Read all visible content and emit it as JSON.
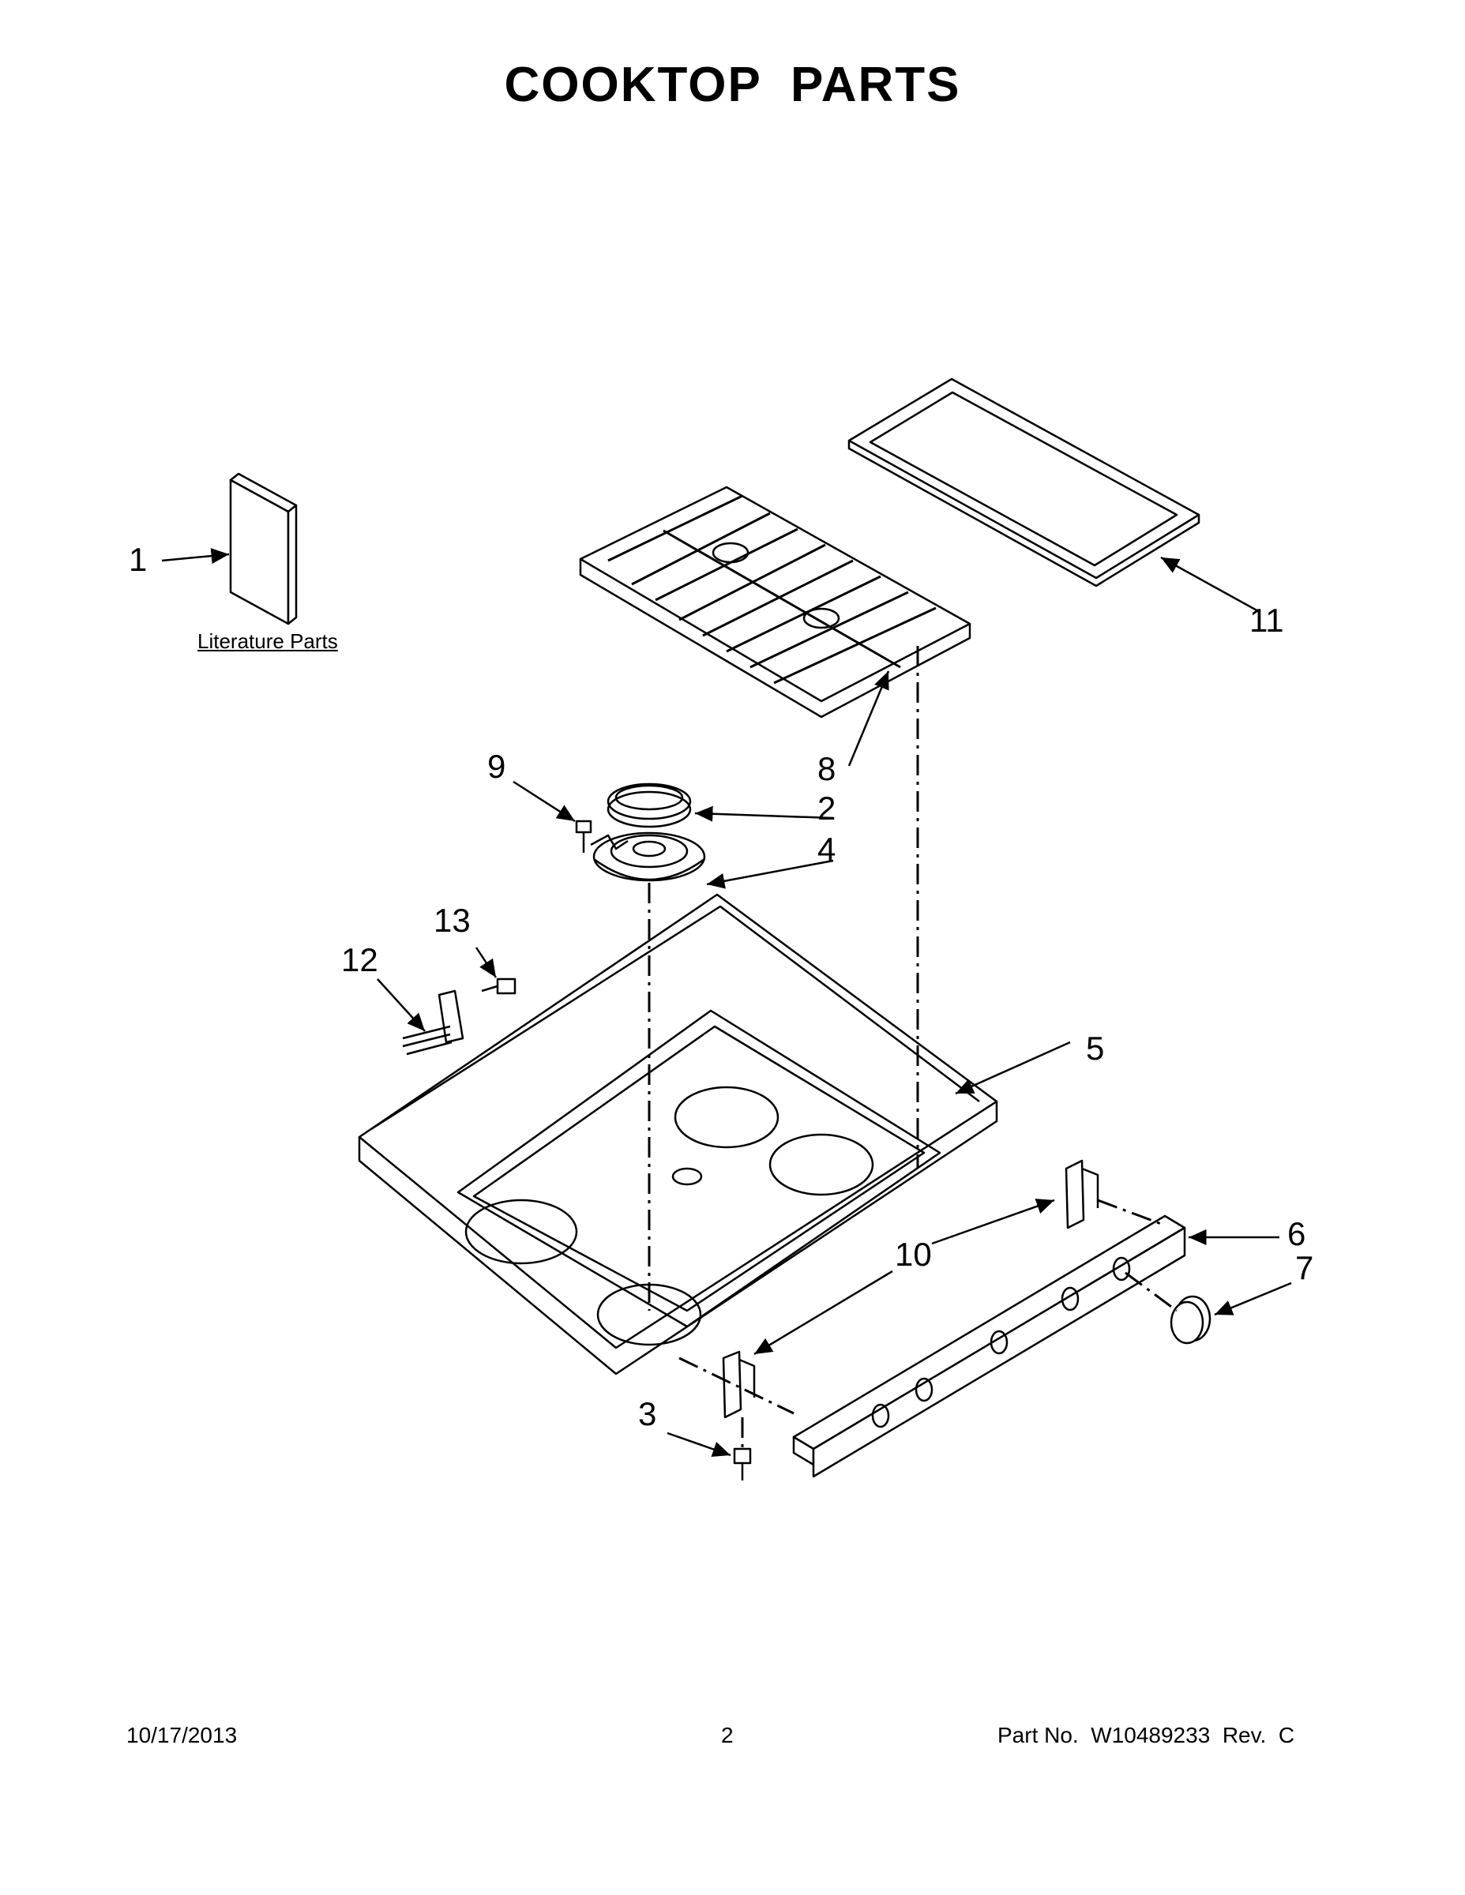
{
  "title": "COOKTOP PARTS",
  "literature_label": "Literature Parts",
  "callouts": [
    "1",
    "2",
    "3",
    "4",
    "5",
    "6",
    "7",
    "8",
    "9",
    "10",
    "11",
    "12",
    "13"
  ],
  "footer": {
    "date": "10/17/2013",
    "page": "2",
    "part_number": "Part No.  W10489233  Rev.  C"
  }
}
